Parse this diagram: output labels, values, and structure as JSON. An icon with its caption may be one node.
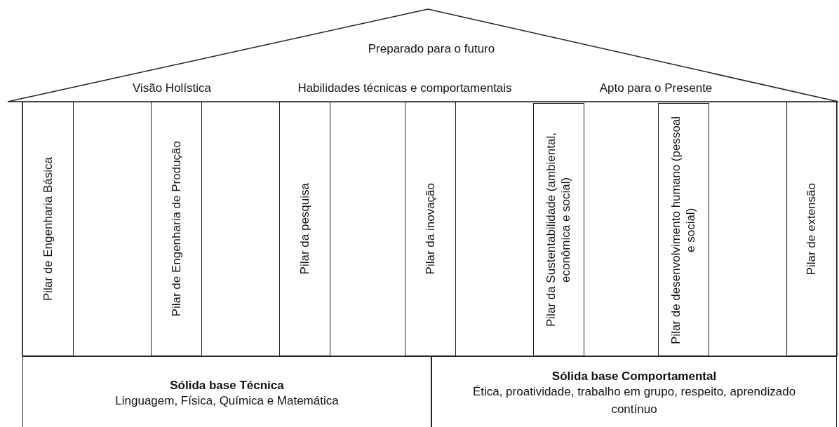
{
  "diagram": {
    "nodes": [
      {
        "text": [
          "Preparado para o futuro",
          "Visão Holística",
          "Habilidades técnicas e comportamentais",
          "Apto para o Presente"
        ]
      },
      {
        "text": [
          "Pilar de Engenharia Básica"
        ]
      },
      {
        "text": [
          "Pilar de Engenharia de Produção"
        ]
      },
      {
        "text": [
          "Pilar da pesquisa"
        ]
      },
      {
        "text": [
          "Pilar da inovação"
        ]
      },
      {
        "text": [
          "Pilar da Sustentabilidade (ambiental, econômica e social)"
        ]
      },
      {
        "text": [
          "Pilar de desenvolvimento humano (pessoal e social)"
        ]
      },
      {
        "text": [
          "Pilar de extensão"
        ]
      },
      {
        "text": [
          "Sólida base Técnica",
          "Linguagem, Física, Química e Matemática"
        ]
      },
      {
        "text": [
          "Sólida base Comportamental",
          "Ética, proatividade, trabalho em grupo, respeito, aprendizado contínuo"
        ]
      }
    ],
    "edges": []
  }
}
